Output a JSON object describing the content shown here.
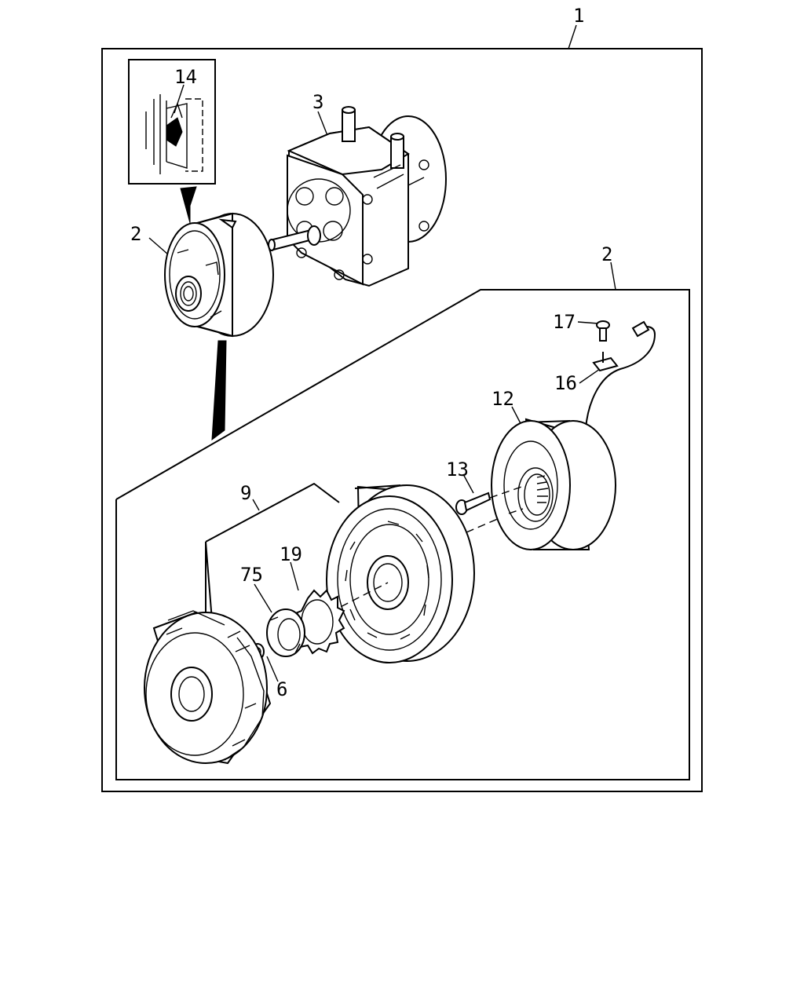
{
  "callouts": {
    "assembly": "1",
    "clutch_top": "2",
    "clutch_group": "2",
    "compressor": "3",
    "nut": "6",
    "drive_plate": "9",
    "field_coil": "12",
    "coil_bolt": "13",
    "detail_part": "14",
    "lead_clamp": "16",
    "clamp_screw": "17",
    "shim": "19",
    "snap_ring": "75"
  },
  "colors": {
    "line": "#000000",
    "background": "#ffffff"
  }
}
